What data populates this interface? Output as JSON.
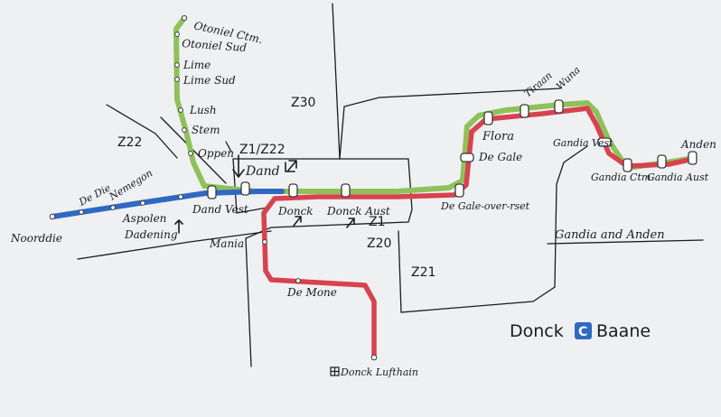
{
  "colors": {
    "paper": "#eef0f2",
    "ink": "#1b1b22",
    "green_line": "#8fc15a",
    "red_line": "#d8424e",
    "blue_line": "#2f69c2",
    "brand_badge": "#2f69c2"
  },
  "zones": {
    "z30": "Z30",
    "z22": "Z22",
    "z1_z22": "Z1/Z22",
    "z1": "Z1",
    "z20": "Z20",
    "z21": "Z21",
    "gandia_anden": "Gandia and Anden"
  },
  "stations": {
    "otoniel_ctm": "Otoniel Ctm.",
    "otoniel_sud": "Otoniel Sud",
    "lime": "Lime",
    "lime_sud": "Lime Sud",
    "lush": "Lush",
    "stem": "Stem",
    "oppen": "Oppen",
    "dand": "Dand",
    "noorddie": "Noorddie",
    "de_die": "De Die",
    "nemegon": "Nemegon",
    "aspolen": "Aspolen",
    "dadening": "Dadening",
    "dand_vest": "Dand Vest",
    "donck": "Donck",
    "donck_aust": "Donck Aust",
    "de_gale_over_rset": "De Gale-over-rset",
    "de_gale": "De Gale",
    "flora": "Flora",
    "tiraan": "Tiraan",
    "wuna": "Wuna",
    "gandia_vest": "Gandia Vest",
    "gandia_ctm": "Gandia Ctm.",
    "gandia_aust": "Gandia Aust",
    "anden": "Anden",
    "mania": "Mania",
    "de_mone": "De Mone",
    "donck_lufthain": "Donck Lufthain"
  },
  "brand": {
    "left": "Donck",
    "badge": "C",
    "right": "Baane"
  }
}
